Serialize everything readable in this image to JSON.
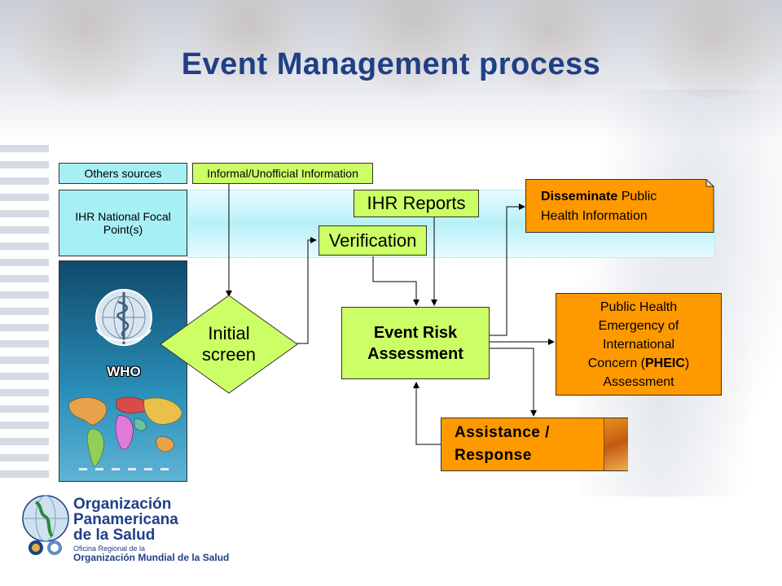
{
  "slide": {
    "title": "Event Management process"
  },
  "sources": {
    "others": "Others sources",
    "informal": "Informal/Unofficial Information",
    "nfp_line1": "IHR National Focal",
    "nfp_line2": "Point(s)"
  },
  "who": {
    "label": "WHO"
  },
  "process": {
    "ihr_reports": "IHR Reports",
    "verification": "Verification",
    "initial_line1": "Initial",
    "initial_line2": "screen",
    "era_line1": "Event Risk",
    "era_line2": "Assessment"
  },
  "outputs": {
    "disseminate_bold": "Disseminate",
    "disseminate_rest": " Public",
    "disseminate_line2": "Health Information",
    "pheic_line1": "Public Health",
    "pheic_line2": "Emergency of",
    "pheic_line3": "International",
    "pheic_line4_pre": "Concern (",
    "pheic_line4_bold": "PHEIC",
    "pheic_line4_post": ")",
    "pheic_line5": "Assessment",
    "assist_line1": "Assistance /",
    "assist_line2": "Response"
  },
  "footer": {
    "org_line1": "Organización",
    "org_line2": "Panamericana",
    "org_line3": "de la Salud",
    "sub_line1": "Oficina Regional de la",
    "sub_line2": "Organización Mundial de la Salud"
  },
  "colors": {
    "title": "#1f3f86",
    "cyan_box": "#a6eff5",
    "green_box": "#ccff66",
    "orange_box": "#ff9900"
  }
}
